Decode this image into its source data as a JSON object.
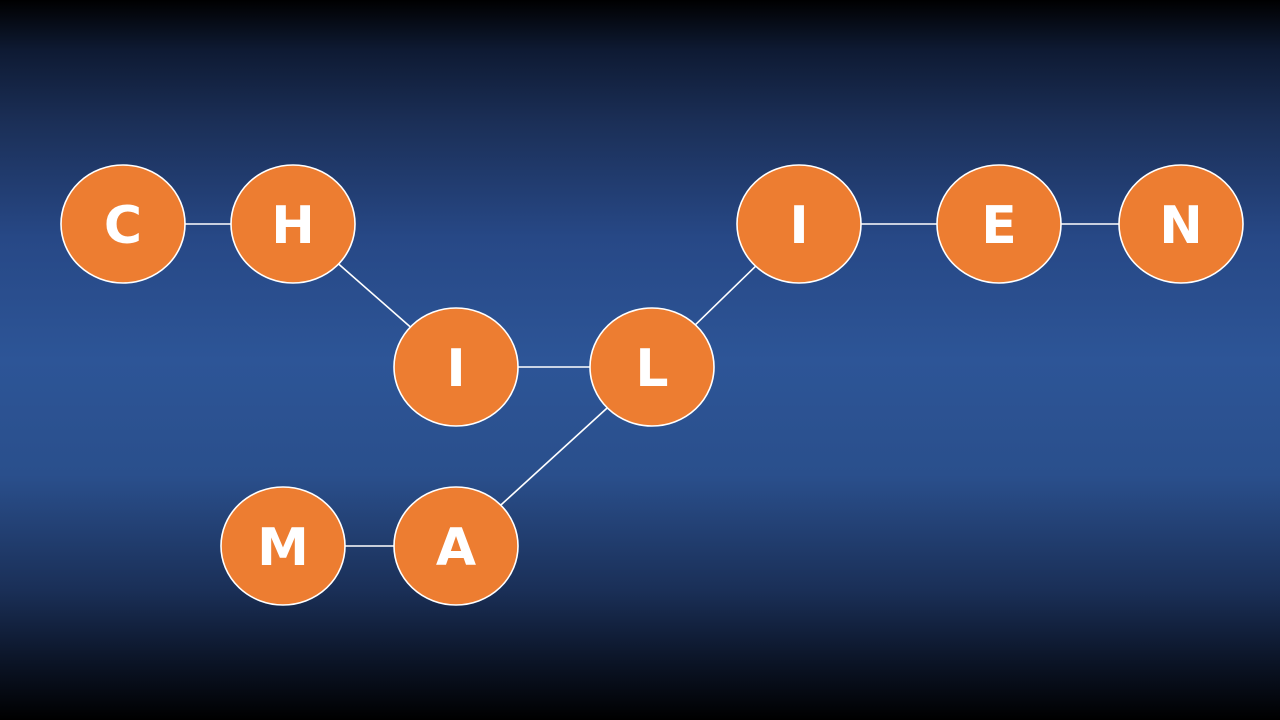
{
  "colors": {
    "node_fill": "#ed7d31",
    "node_stroke": "#ffffff",
    "edge": "#ffffff",
    "label": "#ffffff"
  },
  "nodes": [
    {
      "id": "c",
      "label": "C"
    },
    {
      "id": "h",
      "label": "H"
    },
    {
      "id": "i1",
      "label": "I"
    },
    {
      "id": "l",
      "label": "L"
    },
    {
      "id": "i2",
      "label": "I"
    },
    {
      "id": "e",
      "label": "E"
    },
    {
      "id": "n",
      "label": "N"
    },
    {
      "id": "m",
      "label": "M"
    },
    {
      "id": "a",
      "label": "A"
    }
  ],
  "edges": [
    {
      "from": "c",
      "to": "h"
    },
    {
      "from": "h",
      "to": "i1"
    },
    {
      "from": "i1",
      "to": "l"
    },
    {
      "from": "l",
      "to": "i2"
    },
    {
      "from": "i2",
      "to": "e"
    },
    {
      "from": "e",
      "to": "n"
    },
    {
      "from": "m",
      "to": "a"
    },
    {
      "from": "a",
      "to": "l"
    }
  ]
}
